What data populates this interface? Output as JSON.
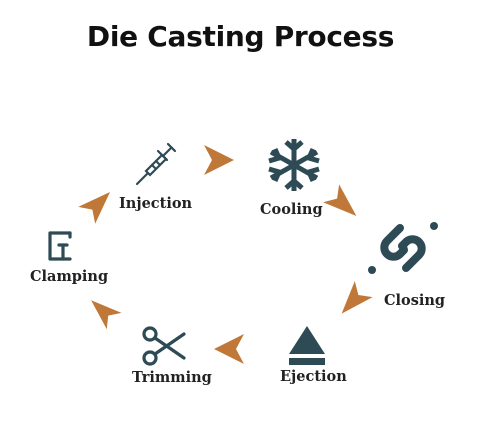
{
  "title": "Die Casting Process",
  "colors": {
    "icon": "#2d4a55",
    "arrow": "#c07838",
    "text": "#222222"
  },
  "steps": [
    {
      "label": "Injection",
      "icon": "syringe-icon"
    },
    {
      "label": "Cooling",
      "icon": "snowflake-icon"
    },
    {
      "label": "Closing",
      "icon": "chain-link-icon"
    },
    {
      "label": "Ejection",
      "icon": "eject-icon"
    },
    {
      "label": "Trimming",
      "icon": "scissors-icon"
    },
    {
      "label": "Clamping",
      "icon": "clamp-icon"
    }
  ]
}
